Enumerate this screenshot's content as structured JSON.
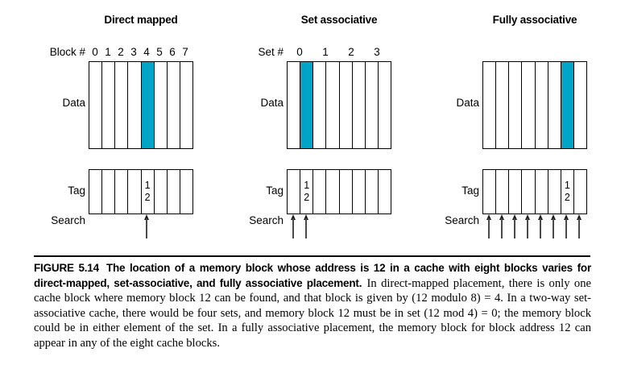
{
  "colors": {
    "highlight": "#00A4C6",
    "line": "#000000"
  },
  "blocks_per_cache": 8,
  "diagrams": [
    {
      "title": "Direct mapped",
      "index_label": "Block #",
      "index_numbers": [
        "0",
        "1",
        "2",
        "3",
        "4",
        "5",
        "6",
        "7"
      ],
      "data_label": "Data",
      "tag_label": "Tag",
      "search_label": "Search",
      "tag_digits": [
        "1",
        "2"
      ],
      "highlighted_block": 4,
      "search_arrow_blocks": [
        4
      ]
    },
    {
      "title": "Set associative",
      "index_label": "Set #",
      "index_numbers": [
        "0",
        "1",
        "2",
        "3"
      ],
      "data_label": "Data",
      "tag_label": "Tag",
      "search_label": "Search",
      "tag_digits": [
        "1",
        "2"
      ],
      "highlighted_block": 1,
      "search_arrow_blocks": [
        0,
        1
      ]
    },
    {
      "title": "Fully associative",
      "index_label": "",
      "index_numbers": [],
      "data_label": "Data",
      "tag_label": "Tag",
      "search_label": "Search",
      "tag_digits": [
        "1",
        "2"
      ],
      "highlighted_block": 6,
      "search_arrow_blocks": [
        0,
        1,
        2,
        3,
        4,
        5,
        6,
        7
      ]
    }
  ],
  "caption": {
    "figure_label": "FIGURE 5.14",
    "bold_text": "The location of a memory block whose address is 12 in a cache with eight blocks varies for direct-mapped, set-associative, and fully associative placement.",
    "body_text": "In direct-mapped placement, there is only one cache block where memory block 12 can be found, and that block is given by (12 modulo 8) = 4. In a two-way set-associative cache, there would be four sets, and memory block 12 must be in set (12 mod 4) = 0; the memory block could be in either element of the set. In a fully associative placement, the memory block for block address 12 can appear in any of the eight cache blocks."
  }
}
